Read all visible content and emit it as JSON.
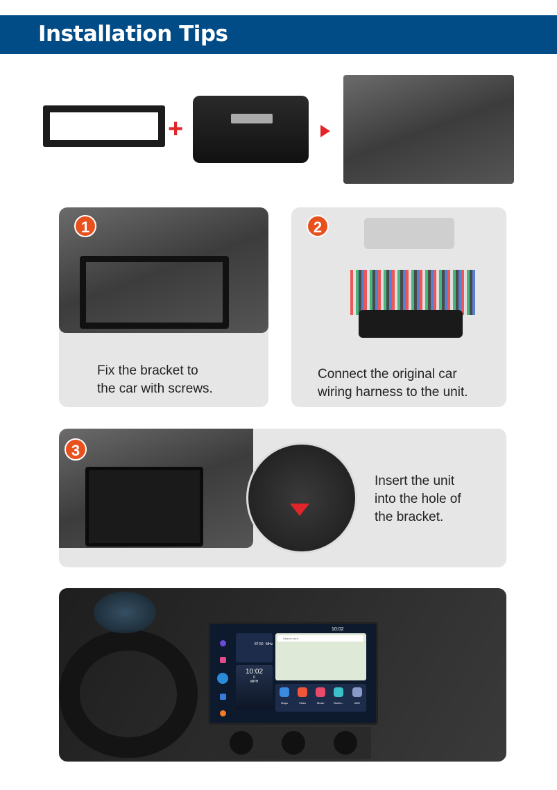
{
  "header": {
    "title": "Installation Tips"
  },
  "top_row": {
    "plus_symbol": "+",
    "icons": [
      "bracket-image",
      "plus-icon",
      "head-unit-image",
      "arrow-right-icon",
      "dash-opening-photo"
    ]
  },
  "steps": [
    {
      "number": "1",
      "text_line1": "Fix the bracket to",
      "text_line2": "the car with screws."
    },
    {
      "number": "2",
      "text_line1": "Connect the original car",
      "text_line2": "wiring harness to the unit."
    },
    {
      "number": "3",
      "text_line1": "Insert the unit",
      "text_line2": "into the hole of",
      "text_line3": "the bracket."
    }
  ],
  "screen": {
    "time": "10:02",
    "clock": "10:02",
    "speed": "0",
    "speed_unit": "MPH",
    "radio_freq": "87.50",
    "radio_unit": "MHz",
    "search_placeholder": "Search here",
    "apps": [
      "Maps",
      "Video",
      "Music",
      "Blueto...",
      "ADD"
    ]
  },
  "colors": {
    "header": "#014b86",
    "accent": "#e8501e",
    "arrow": "#e0262a",
    "card": "#e6e6e6"
  }
}
